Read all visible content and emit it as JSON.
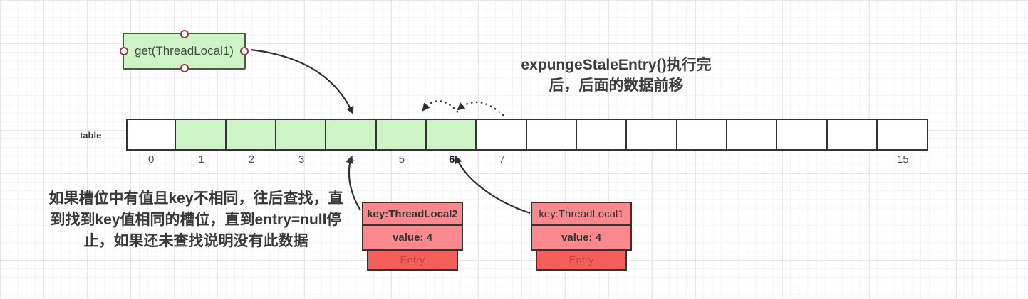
{
  "title": {
    "line1": "expungeStaleEntry()执行完",
    "line2": "后，后面的数据前移"
  },
  "get_box": {
    "label": "get(ThreadLocal1)"
  },
  "table": {
    "label": "table",
    "cells": [
      {
        "index": "0",
        "green": false,
        "bold": false
      },
      {
        "index": "1",
        "green": true,
        "bold": false
      },
      {
        "index": "2",
        "green": true,
        "bold": false
      },
      {
        "index": "3",
        "green": true,
        "bold": false
      },
      {
        "index": "4",
        "green": true,
        "bold": false
      },
      {
        "index": "5",
        "green": true,
        "bold": false
      },
      {
        "index": "6",
        "green": true,
        "bold": true
      },
      {
        "index": "7",
        "green": false,
        "bold": false
      },
      {
        "index": "",
        "green": false,
        "bold": false
      },
      {
        "index": "",
        "green": false,
        "bold": false
      },
      {
        "index": "",
        "green": false,
        "bold": false
      },
      {
        "index": "",
        "green": false,
        "bold": false
      },
      {
        "index": "",
        "green": false,
        "bold": false
      },
      {
        "index": "",
        "green": false,
        "bold": false
      },
      {
        "index": "",
        "green": false,
        "bold": false
      },
      {
        "index": "15",
        "green": false,
        "bold": false
      }
    ]
  },
  "note": {
    "line1": "如果槽位中有值且key不相同，往后查找，直",
    "line2": "到找到key值相同的槽位，直到entry=null停",
    "line3": "止，如果还未查找说明没有此数据"
  },
  "entries": [
    {
      "key": "key:ThreadLocal2",
      "value": "value: 4",
      "type": "Entry"
    },
    {
      "key": "key:ThreadLocal1",
      "value": "value: 4",
      "type": "Entry"
    }
  ],
  "colors": {
    "green_fill": "#cdf3c6",
    "green_border": "#44613f",
    "cell_border": "#333333",
    "salmon_fill": "#f9898d",
    "red_fill": "#f55f5b",
    "red_text": "#c2443f",
    "handle_border": "#a03a3e",
    "arrow": "#2f2f2f",
    "text_dark": "#3d3d3d",
    "grid_minor": "#f4f4f4",
    "grid_major": "#e7e7e7"
  }
}
